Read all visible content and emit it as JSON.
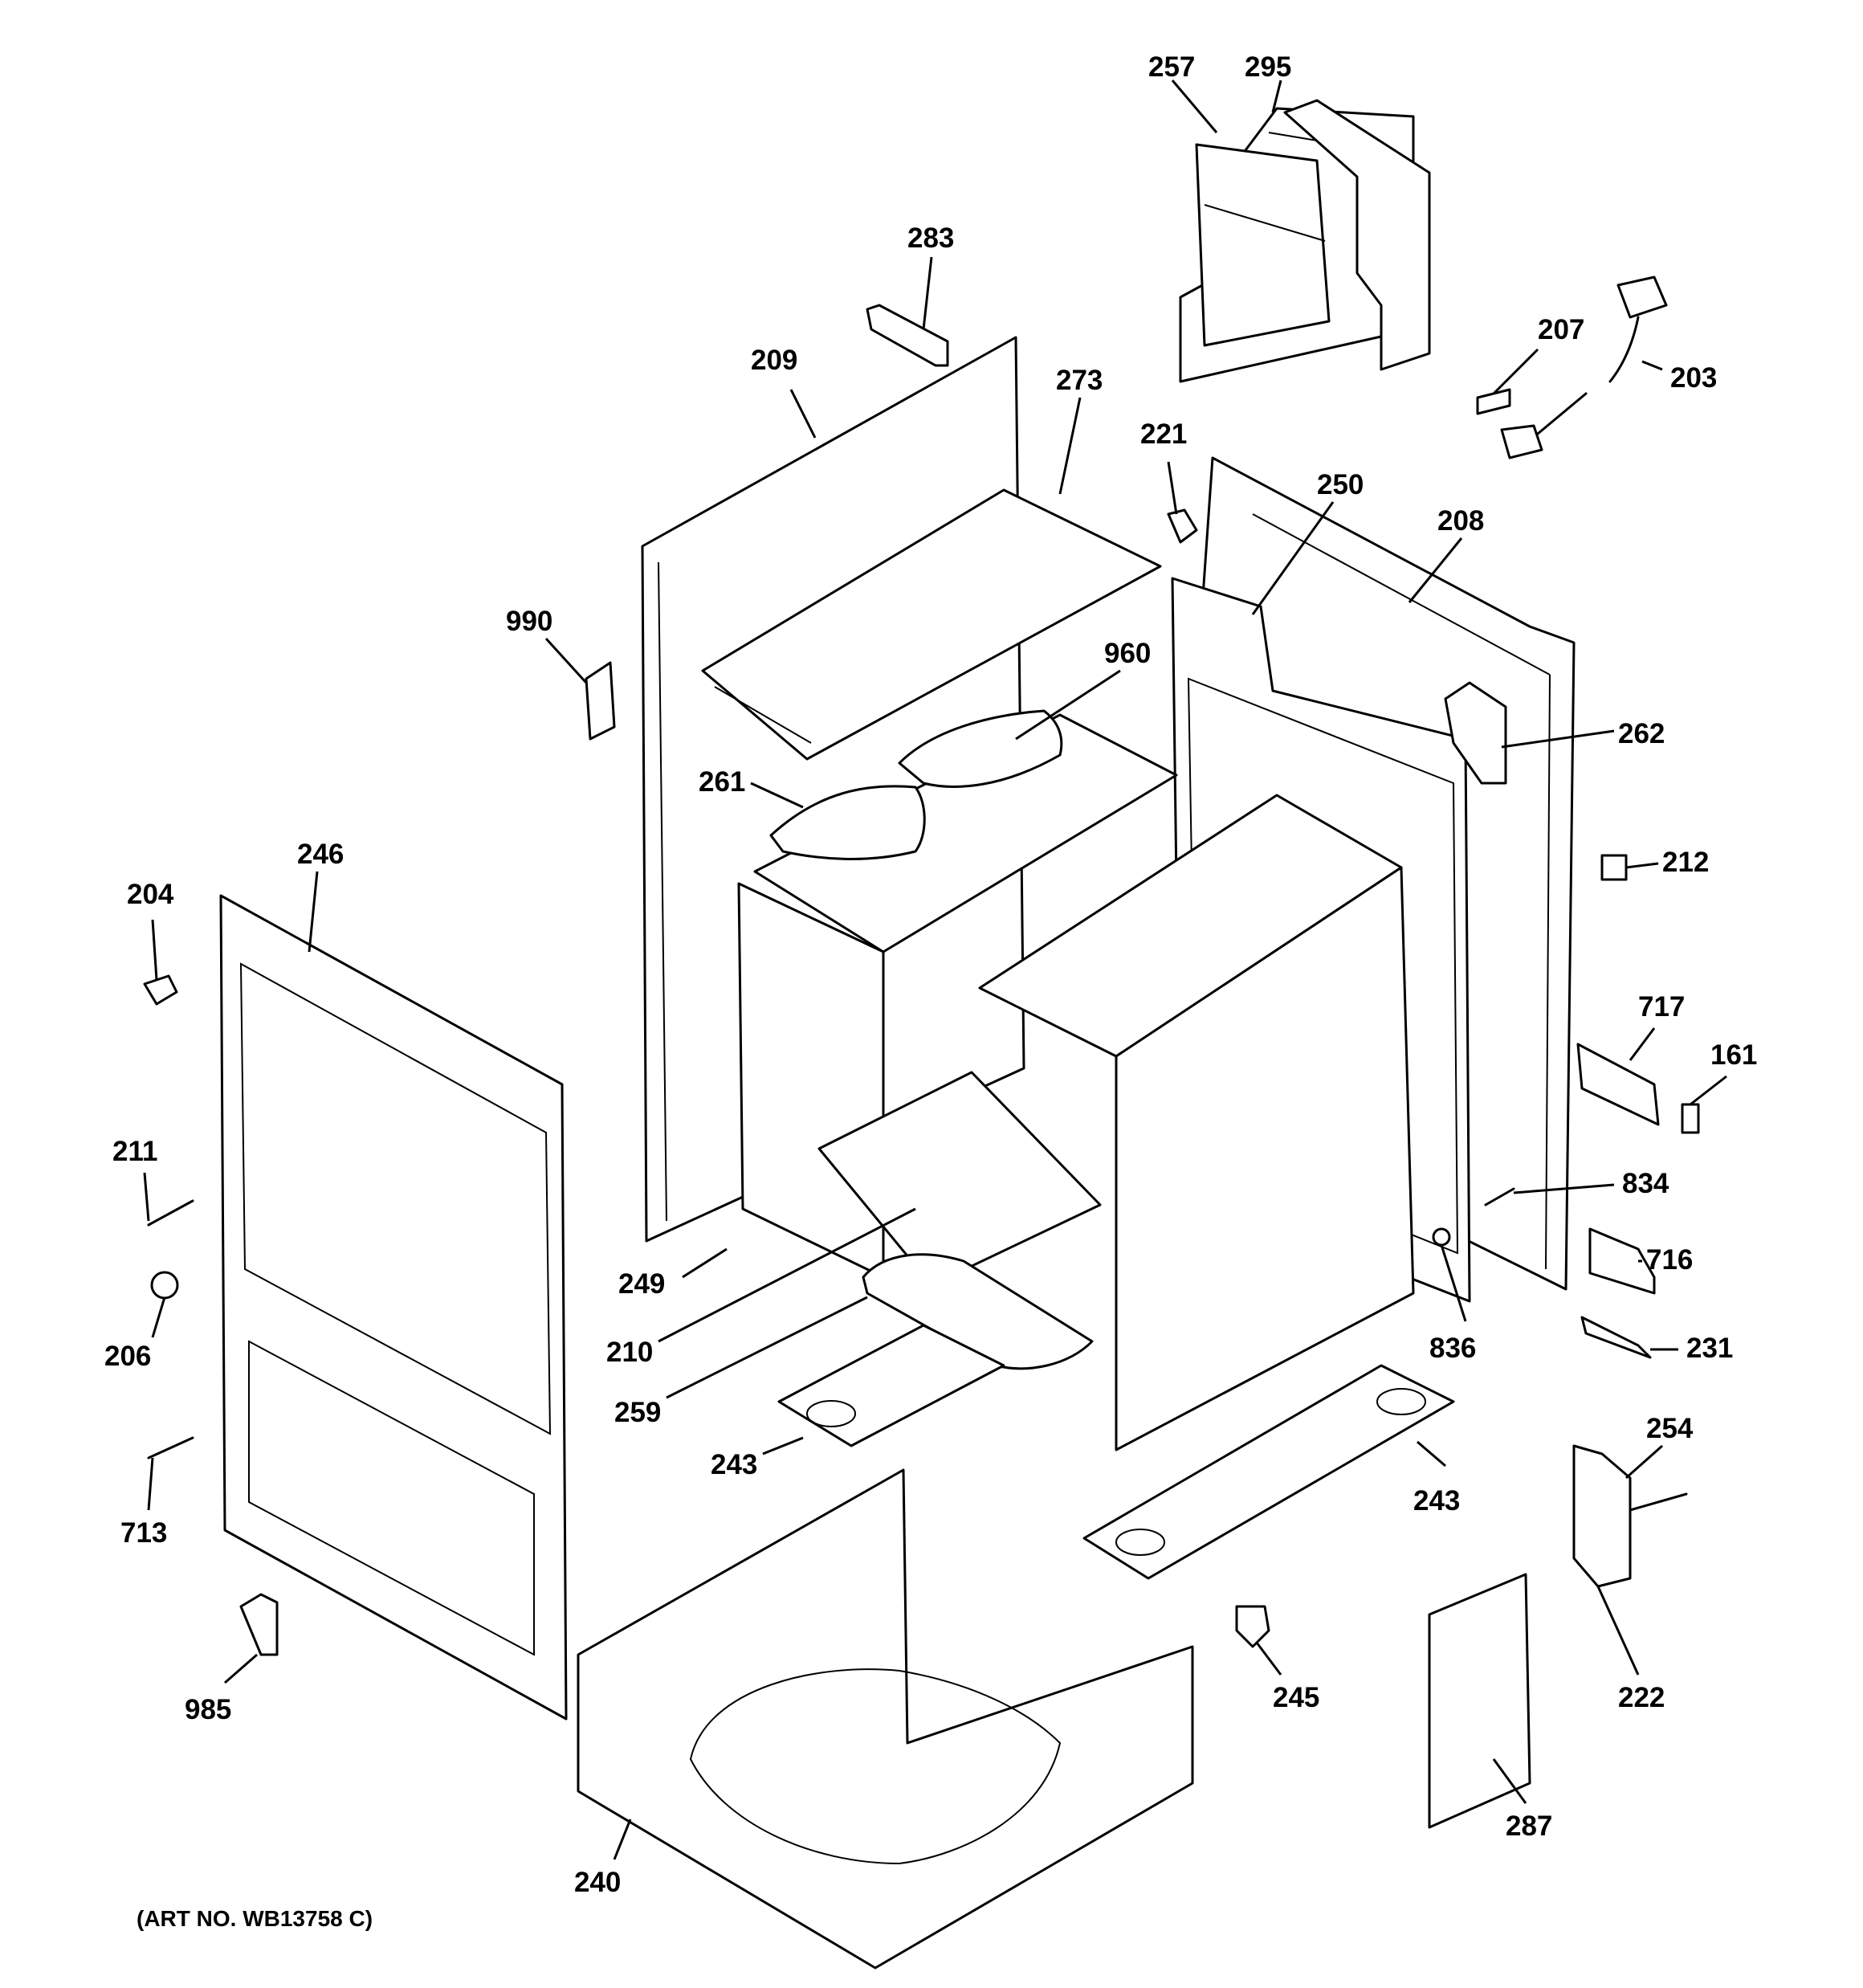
{
  "labels": {
    "p257": "257",
    "p295": "295",
    "p283": "283",
    "p207": "207",
    "p203": "203",
    "p209": "209",
    "p273": "273",
    "p221": "221",
    "p250": "250",
    "p208": "208",
    "p990": "990",
    "p960": "960",
    "p262": "262",
    "p261": "261",
    "p246": "246",
    "p204": "204",
    "p212": "212",
    "p717": "717",
    "p161": "161",
    "p211": "211",
    "p834": "834",
    "p716": "716",
    "p249": "249",
    "p206": "206",
    "p210": "210",
    "p836": "836",
    "p231": "231",
    "p259": "259",
    "p254": "254",
    "p243a": "243",
    "p243b": "243",
    "p713": "713",
    "p985": "985",
    "p245": "245",
    "p222": "222",
    "p287": "287",
    "p240": "240"
  },
  "art_number": "(ART NO. WB13758 C)"
}
